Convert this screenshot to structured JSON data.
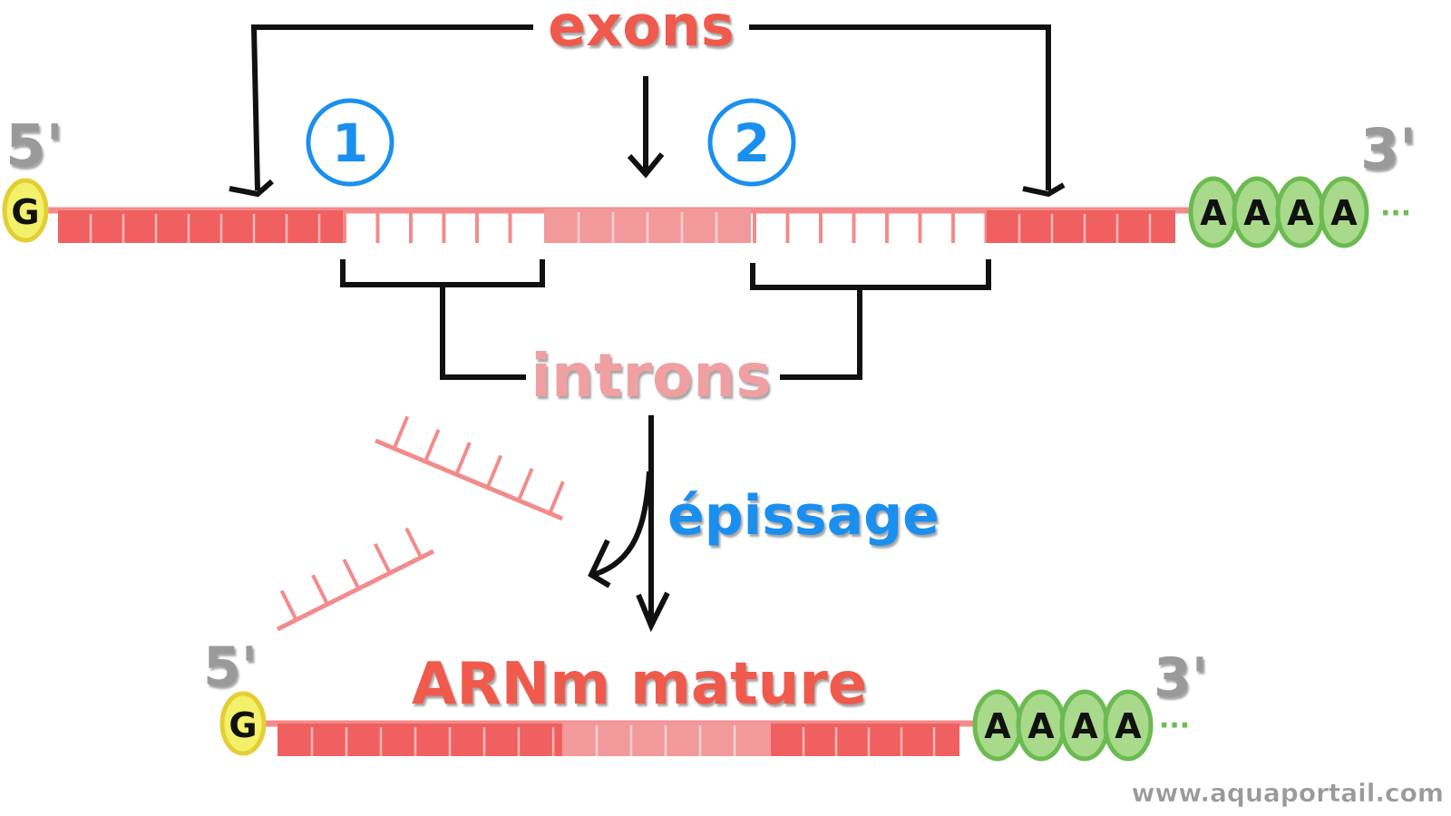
{
  "labels": {
    "exons": "exons",
    "introns": "introns",
    "splicing": "épissage",
    "mature": "ARNm mature",
    "five_prime": "5'",
    "three_prime": "3'",
    "cap": "G",
    "poly_a": "A",
    "ellipsis": "···",
    "intron_1": "1",
    "intron_2": "2",
    "watermark": "www.aquaportail.com"
  },
  "colors": {
    "exon": "#f06060",
    "exon_middle": "#f2999c",
    "intron": "#f38b8b",
    "exons_label": "#ef5a4d",
    "introns_label": "#f0a0a2",
    "splicing_label": "#1a8fef",
    "circle": "#1a8fef",
    "cap_fill": "#f3f06a",
    "cap_stroke": "#e3cf35",
    "polya_fill": "#a9d98b",
    "polya_stroke": "#6cbb52",
    "prime_label": "#9a9a9a",
    "bracket": "#111111"
  }
}
